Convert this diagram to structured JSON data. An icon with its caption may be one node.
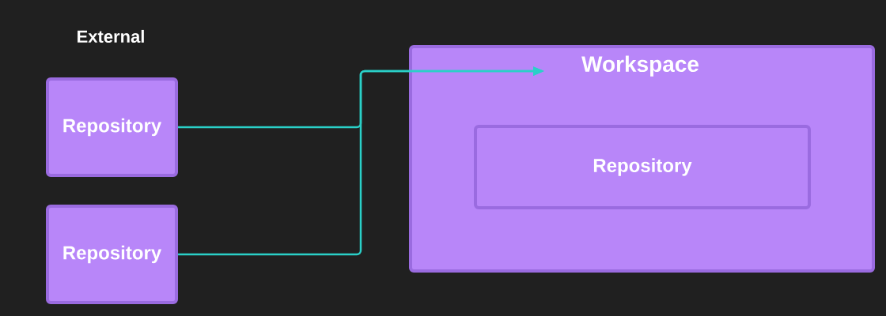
{
  "diagram": {
    "nodes": [
      {
        "text": [
          "Repository"
        ]
      },
      {
        "text": [
          "Repository"
        ]
      },
      {
        "text": [
          "Workspace"
        ]
      },
      {
        "text": [
          "Repository"
        ],
        "in": 2
      }
    ],
    "edges": [
      {
        "from": 0,
        "to": 2,
        "arrow": "to"
      },
      {
        "from": 1,
        "to": 2,
        "arrow": "to"
      }
    ],
    "labels": [
      "External"
    ]
  }
}
